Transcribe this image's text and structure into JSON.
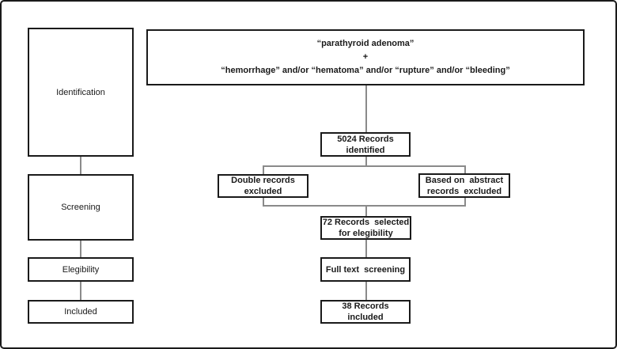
{
  "diagram": {
    "title_hint": "PRISMA-style records selection flow diagram",
    "stages": [
      {
        "label": "Identification"
      },
      {
        "label": "Screening"
      },
      {
        "label": "Elegibility"
      },
      {
        "label": "Included"
      }
    ],
    "query_box": "“parathyroid adenoma”\n+\n“hemorrhage” and/or “hematoma” and/or “rupture” and/or “bleeding”",
    "records_identified": "5024 Records\nidentified",
    "double_records_excluded": "Double records\nexcluded",
    "abstract_records_excluded": "Based on  abstract\nrecords  excluded",
    "records_selected": "72 Records  selected\nfor elegibility",
    "full_text_screening": "Full text  screening",
    "records_included": "38 Records  included",
    "counts": {
      "records_identified": 5024,
      "records_selected": 72,
      "records_included": 38
    },
    "colors": {
      "border": "#1a1a1a",
      "connector": "#8a8a8a",
      "background": "#ffffff"
    }
  }
}
